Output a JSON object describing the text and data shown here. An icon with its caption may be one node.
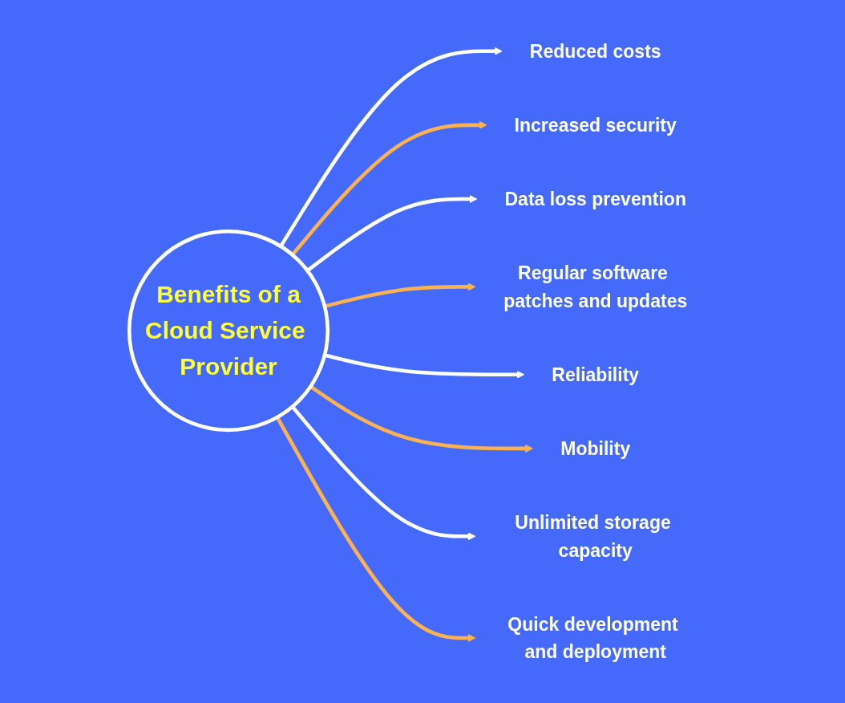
{
  "diagram": {
    "nodes": [
      {
        "text": [
          "Benefits of a",
          "Cloud Service Provider"
        ]
      },
      {
        "text": [
          "Reduced costs"
        ]
      },
      {
        "text": [
          "Increased security"
        ]
      },
      {
        "text": [
          "Data loss prevention"
        ]
      },
      {
        "text": [
          "Regular software patches and updates"
        ]
      },
      {
        "text": [
          "Reliability"
        ]
      },
      {
        "text": [
          "Mobility"
        ]
      },
      {
        "text": [
          "Unlimited storage capacity"
        ]
      },
      {
        "text": [
          "Quick development and deployment"
        ]
      }
    ],
    "edges": [
      {
        "from": 0,
        "to": 1,
        "arrow": "to"
      },
      {
        "from": 0,
        "to": 2,
        "arrow": "to",
        "color": "#fbb24f"
      },
      {
        "from": 0,
        "to": 3,
        "arrow": "to"
      },
      {
        "from": 0,
        "to": 4,
        "arrow": "to",
        "color": "#fbb24f"
      },
      {
        "from": 0,
        "to": 5,
        "arrow": "to"
      },
      {
        "from": 0,
        "to": 6,
        "arrow": "to",
        "color": "#fbb24f"
      },
      {
        "from": 0,
        "to": 7,
        "arrow": "to"
      },
      {
        "from": 0,
        "to": 8,
        "arrow": "to",
        "color": "#fbb24f"
      }
    ]
  }
}
